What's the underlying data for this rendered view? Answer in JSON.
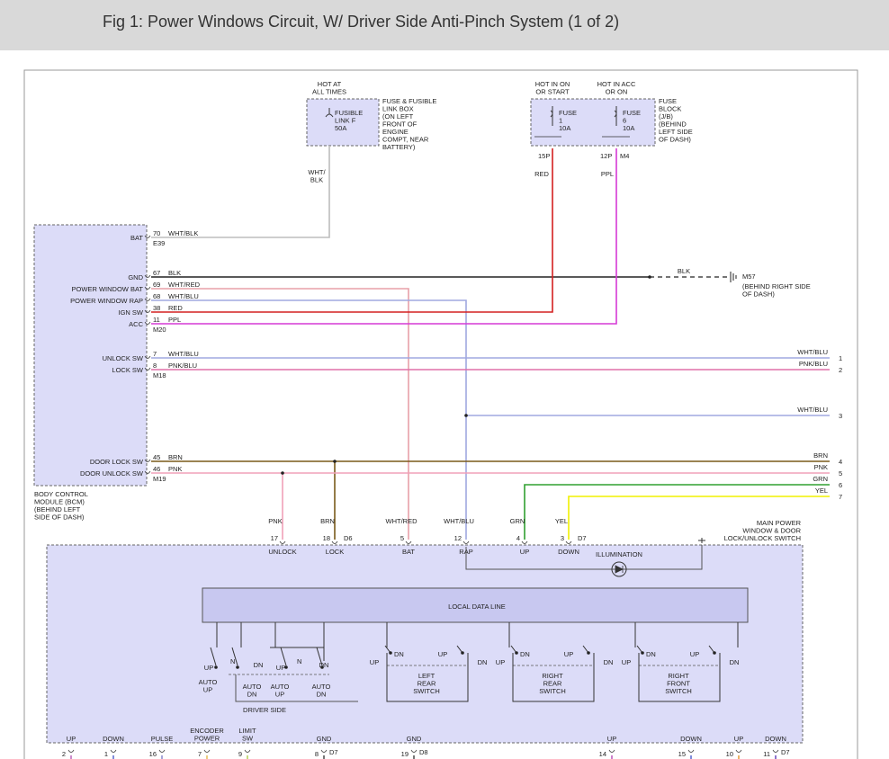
{
  "header": {
    "title": "Fig 1: Power Windows Circuit, W/ Driver Side Anti-Pinch System (1 of 2)"
  },
  "colors": {
    "WHT/BLK": "#bdbdbd",
    "BLK": "#222222",
    "WHT/RED": "#e8a0a8",
    "WHT/BLU": "#a0a8e0",
    "RED": "#d42020",
    "PPL": "#d63ad6",
    "PNK/BLU": "#e070a8",
    "BRN": "#7a5a1a",
    "PNK": "#f0a0b8",
    "GRN": "#30a030",
    "YEL": "#f0f000",
    "module_fill": "#dcdcf8",
    "module_stroke": "#666666",
    "data_line_fill": "#c8c8f0"
  },
  "power": {
    "hot_at_all_times": "HOT AT\nALL TIMES",
    "fusible_link": "FUSIBLE\nLINK F\n50A",
    "fusible_box_desc": "FUSE & FUSIBLE\nLINK BOX\n(ON LEFT\nFRONT OF\nENGINE\nCOMPT, NEAR\nBATTERY)",
    "hot_in_on": "HOT IN ON\nOR START",
    "hot_in_acc": "HOT IN ACC\nOR ON",
    "fuse1": "FUSE\n1\n10A",
    "fuse6": "FUSE\n6\n10A",
    "fuse_block_desc": "FUSE\nBLOCK\n(J/B)\n(BEHIND\nLEFT SIDE\nOF DASH)",
    "pin_15p": "15P",
    "pin_12p": "12P",
    "conn_m4": "M4",
    "wire_wht_blk": "WHT/\nBLK",
    "wire_red": "RED",
    "wire_ppl": "PPL"
  },
  "bcm": {
    "desc": "BODY CONTROL\nMODULE (BCM)\n(BEHIND LEFT\nSIDE OF DASH)",
    "pins": [
      {
        "label": "BAT",
        "pin": "70",
        "wire": "WHT/BLK"
      },
      {
        "label": "GND",
        "pin": "67",
        "wire": "BLK"
      },
      {
        "label": "POWER WINDOW BAT",
        "pin": "69",
        "wire": "WHT/RED"
      },
      {
        "label": "POWER WINDOW RAP",
        "pin": "68",
        "wire": "WHT/BLU"
      },
      {
        "label": "IGN SW",
        "pin": "38",
        "wire": "RED"
      },
      {
        "label": "ACC",
        "pin": "11",
        "wire": "PPL"
      },
      {
        "label": "UNLOCK SW",
        "pin": "7",
        "wire": "WHT/BLU"
      },
      {
        "label": "LOCK SW",
        "pin": "8",
        "wire": "PNK/BLU"
      },
      {
        "label": "DOOR LOCK SW",
        "pin": "45",
        "wire": "BRN"
      },
      {
        "label": "DOOR UNLOCK SW",
        "pin": "46",
        "wire": "PNK"
      }
    ],
    "connectors": {
      "e39": "E39",
      "m20": "M20",
      "m18": "M18",
      "m19": "M19"
    }
  },
  "ground": {
    "wire": "BLK",
    "id": "M57",
    "desc": "(BEHIND RIGHT SIDE\nOF DASH)"
  },
  "right_side": [
    {
      "wire": "WHT/BLU",
      "num": "1"
    },
    {
      "wire": "PNK/BLU",
      "num": "2"
    },
    {
      "wire": "WHT/BLU",
      "num": "3"
    },
    {
      "wire": "BRN",
      "num": "4"
    },
    {
      "wire": "PNK",
      "num": "5"
    },
    {
      "wire": "GRN",
      "num": "6"
    },
    {
      "wire": "YEL",
      "num": "7"
    }
  ],
  "main_switch": {
    "title": "MAIN POWER\nWINDOW & DOOR\nLOCK/UNLOCK SWITCH",
    "top_pins": [
      {
        "wire": "PNK",
        "pin": "17",
        "label": "UNLOCK"
      },
      {
        "wire": "BRN",
        "pin": "18",
        "label": "LOCK"
      },
      {
        "wire": "WHT/RED",
        "pin": "5",
        "label": "BAT"
      },
      {
        "wire": "WHT/BLU",
        "pin": "12",
        "label": "RAP"
      },
      {
        "wire": "GRN",
        "pin": "4",
        "label": "UP"
      },
      {
        "wire": "YEL",
        "pin": "3",
        "label": "DOWN"
      }
    ],
    "conn_d6": "D6",
    "conn_d7": "D7",
    "illumination": "ILLUMINATION",
    "local_data_line": "LOCAL DATA LINE",
    "driver_side": "DRIVER SIDE",
    "switches": [
      "AUTO\nUP",
      "AUTO\nDN",
      "AUTO\nUP",
      "AUTO\nDN",
      "LEFT\nREAR\nSWITCH",
      "RIGHT\nREAR\nSWITCH",
      "RIGHT\nFRONT\nSWITCH"
    ],
    "up": "UP",
    "dn": "DN",
    "bottom_pins": [
      {
        "label": "UP",
        "pin": "2"
      },
      {
        "label": "DOWN",
        "pin": "1"
      },
      {
        "label": "PULSE",
        "pin": "16"
      },
      {
        "label": "ENCODER\nPOWER",
        "pin": "7"
      },
      {
        "label": "LIMIT\nSW",
        "pin": "9"
      },
      {
        "label": "GND",
        "pin": "8",
        "conn": "D7"
      },
      {
        "label": "GND",
        "pin": "19",
        "conn": "D8"
      },
      {
        "label": "UP",
        "pin": "14"
      },
      {
        "label": "DOWN",
        "pin": "15"
      },
      {
        "label": "UP",
        "pin": "10"
      },
      {
        "label": "DOWN",
        "pin": "11",
        "conn": "D7"
      }
    ]
  }
}
